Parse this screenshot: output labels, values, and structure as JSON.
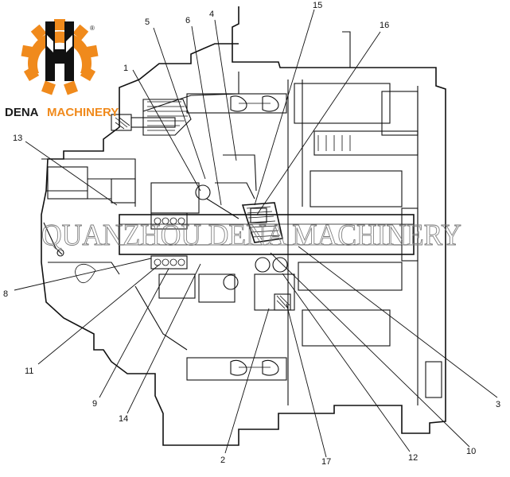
{
  "brand": {
    "name_part1": "DENA",
    "name_part2": "MACHINERY",
    "registered_mark": "®",
    "logo_orange": "#f08a1c",
    "logo_black": "#111111"
  },
  "watermark": {
    "text": "QUANZHOU DENA MACHINERY"
  },
  "callouts": [
    {
      "id": "1",
      "label": "1"
    },
    {
      "id": "2",
      "label": "2"
    },
    {
      "id": "3",
      "label": "3"
    },
    {
      "id": "4",
      "label": "4"
    },
    {
      "id": "5",
      "label": "5"
    },
    {
      "id": "6",
      "label": "6"
    },
    {
      "id": "8",
      "label": "8"
    },
    {
      "id": "9",
      "label": "9"
    },
    {
      "id": "10",
      "label": "10"
    },
    {
      "id": "11",
      "label": "11"
    },
    {
      "id": "12",
      "label": "12"
    },
    {
      "id": "13",
      "label": "13"
    },
    {
      "id": "14",
      "label": "14"
    },
    {
      "id": "15",
      "label": "15"
    },
    {
      "id": "16",
      "label": "16"
    },
    {
      "id": "17",
      "label": "17"
    }
  ]
}
